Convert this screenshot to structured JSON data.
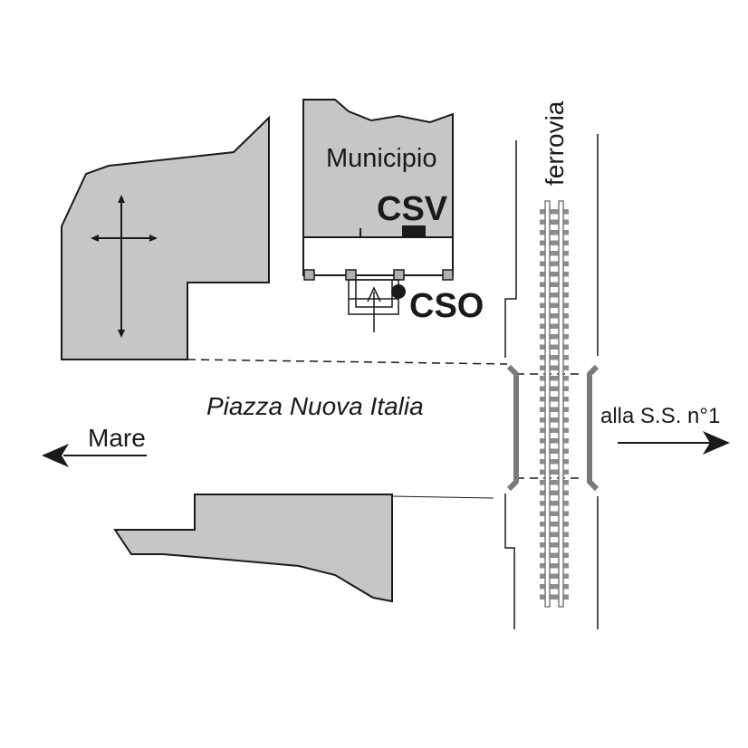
{
  "labels": {
    "municipio": "Municipio",
    "csv": "CSV",
    "cso": "CSO",
    "ferrovia": "ferrovia",
    "piazza": "Piazza Nuova Italia",
    "mare": "Mare",
    "ss1": "alla S.S. n°1"
  },
  "colors": {
    "building_fill": "#c6c6c6",
    "outline": "#1a1a1a",
    "rail_gray": "#8c8c8c",
    "barrier_gray": "#7a7a7a"
  },
  "icons": {
    "church": "cross-icon",
    "mare_arrow": "arrow-left-icon",
    "ss1_arrow": "arrow-right-icon",
    "entrance_arrow": "arrow-up-icon"
  }
}
